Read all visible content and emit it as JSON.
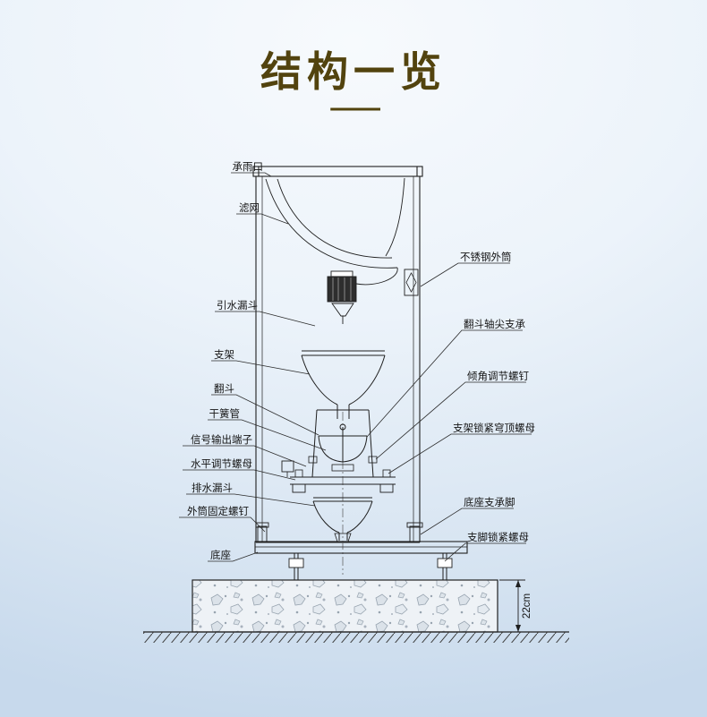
{
  "page": {
    "title": "结构一览",
    "divider": "——"
  },
  "diagram": {
    "labels_left": [
      "承雨口",
      "滤网",
      "引水漏斗",
      "支架",
      "翻斗",
      "干簧管",
      "信号输出端子",
      "水平调节螺母",
      "排水漏斗",
      "外筒固定螺钉",
      "底座"
    ],
    "labels_right": [
      "不锈钢外筒",
      "翻斗轴尖支承",
      "倾角调节螺钉",
      "支架锁紧穹顶螺母",
      "底座支承脚",
      "支脚锁紧螺母"
    ],
    "dimension": "22cm"
  },
  "colors": {
    "title": "#52430e",
    "line": "#1f1f1f",
    "background_top": "#f7fafd",
    "background_bottom": "#c7d9ec"
  }
}
